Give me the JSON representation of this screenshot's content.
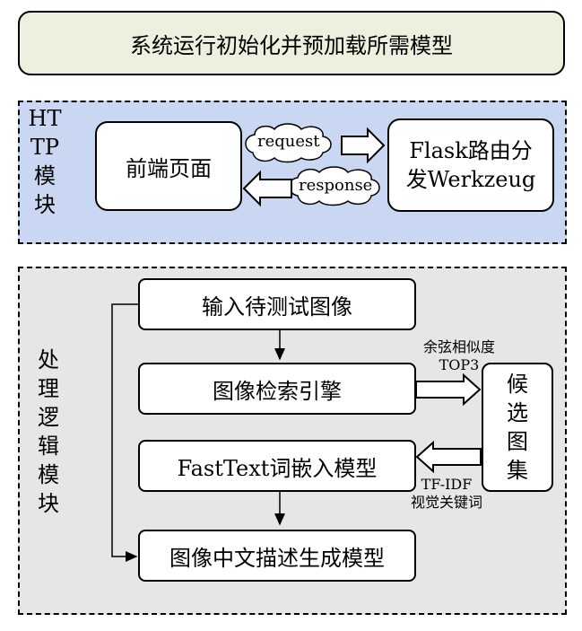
{
  "top_banner": "系统运行初始化并预加载所需模型",
  "http": {
    "label_lines": [
      "HT",
      "TP",
      "模",
      "块"
    ],
    "frontend": "前端页面",
    "flask_lines": [
      "Flask路由分",
      "发Werkzeug"
    ],
    "request": "request",
    "response": "response"
  },
  "logic": {
    "label_lines": [
      "处",
      "理",
      "逻",
      "辑",
      "模",
      "块"
    ],
    "input": "输入待测试图像",
    "search": "图像检索引擎",
    "embed": "FastText词嵌入模型",
    "caption": "图像中文描述生成模型",
    "candidate_lines": [
      "候",
      "选",
      "图",
      "集"
    ],
    "cos_lines": [
      "余弦相似度",
      "TOP3"
    ],
    "tfidf_lines": [
      "TF-IDF",
      "视觉关键词"
    ]
  }
}
